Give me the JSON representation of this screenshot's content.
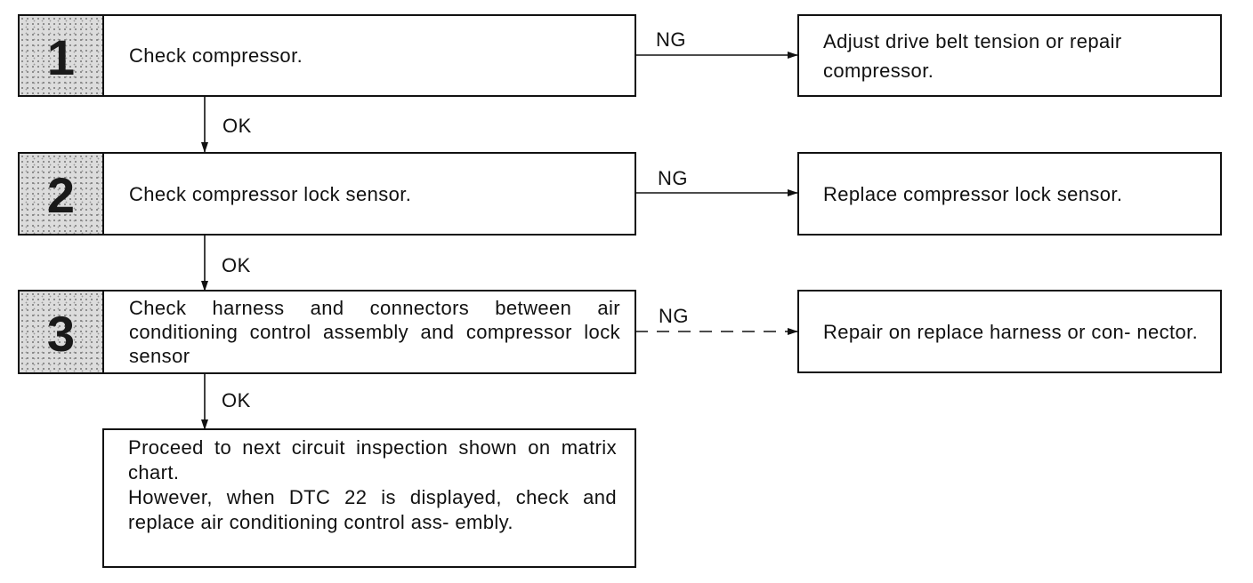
{
  "steps": [
    {
      "number": "1",
      "text": "Check compressor."
    },
    {
      "number": "2",
      "text": "Check compressor lock sensor."
    },
    {
      "number": "3",
      "text": "Check harness and connectors between air conditioning control assembly and compressor lock sensor"
    }
  ],
  "results": [
    {
      "text": "Adjust drive belt tension or repair compressor."
    },
    {
      "text": "Replace compressor lock sensor."
    },
    {
      "text": "Repair on replace harness or con- nector."
    }
  ],
  "final": {
    "text": "Proceed to next circuit inspection shown on matrix chart.\nHowever, when DTC 22 is displayed, check and replace air conditioning control ass- embly."
  },
  "labels": {
    "ng": "NG",
    "ok": "OK"
  }
}
